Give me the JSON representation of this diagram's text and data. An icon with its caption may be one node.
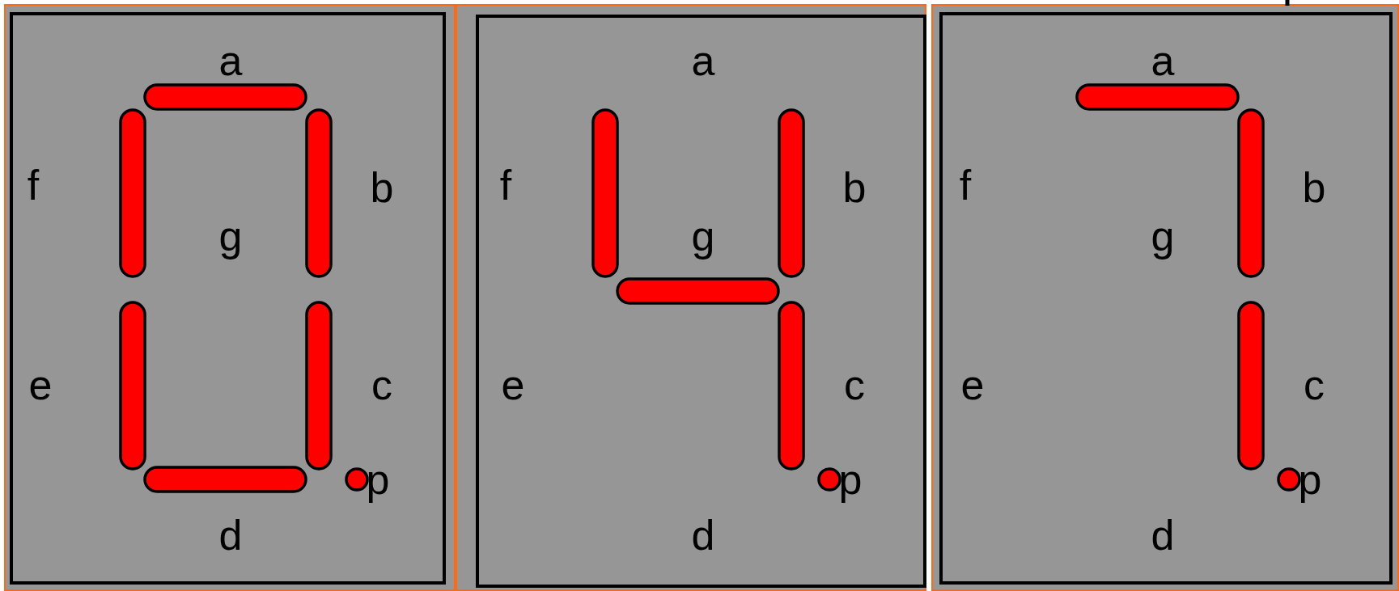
{
  "diagram": {
    "labels": [
      "a",
      "f",
      "b",
      "g",
      "e",
      "c",
      "p",
      "d",
      "a",
      "f",
      "b",
      "g",
      "e",
      "c",
      "p",
      "d",
      "a",
      "f",
      "b",
      "g",
      "e",
      "c",
      "p",
      "d"
    ]
  }
}
